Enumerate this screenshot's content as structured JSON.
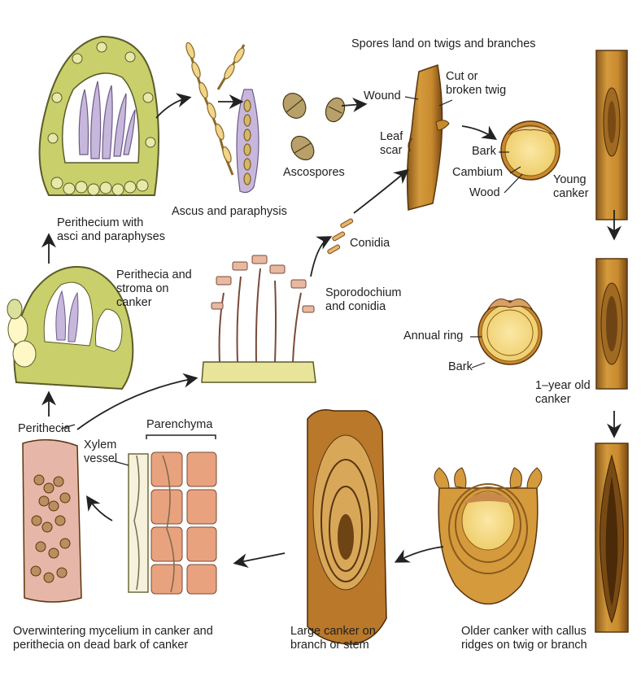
{
  "colors": {
    "fungus_green": "#c9cf6a",
    "fungus_outline": "#5b5b2a",
    "bark": "#c98a2e",
    "bark_dark": "#6e4415",
    "wood": "#f7df8d",
    "spore_pink": "#d9a6a0",
    "ascus_lilac": "#c7b7dc",
    "arrow": "#222222"
  },
  "labels": {
    "spores_land": "Spores land on twigs and branches",
    "cut_twig": "Cut or\nbroken twig",
    "wound": "Wound",
    "leaf_scar": "Leaf\nscar",
    "ascospores": "Ascospores",
    "ascus_paraphysis": "Ascus and paraphysis",
    "perithecium_asci": "Perithecium with\nasci and paraphyses",
    "perithecia_stroma": "Perithecia and\nstroma on\ncanker",
    "conidia": "Conidia",
    "sporodochium": "Sporodochium\nand conidia",
    "bark": "Bark",
    "cambium": "Cambium",
    "wood": "Wood",
    "young_canker": "Young\ncanker",
    "annual_ring": "Annual ring",
    "bark2": "Bark",
    "one_year_canker": "1–year old\ncanker",
    "perithecia": "Perithecia",
    "xylem_vessel": "Xylem\nvessel",
    "parenchyma": "Parenchyma",
    "overwintering": "Overwintering mycelium in canker and\nperithecia on dead bark of canker",
    "large_canker": "Large canker on\nbranch or stem",
    "older_canker": "Older canker with callus\nridges on twig or branch"
  }
}
